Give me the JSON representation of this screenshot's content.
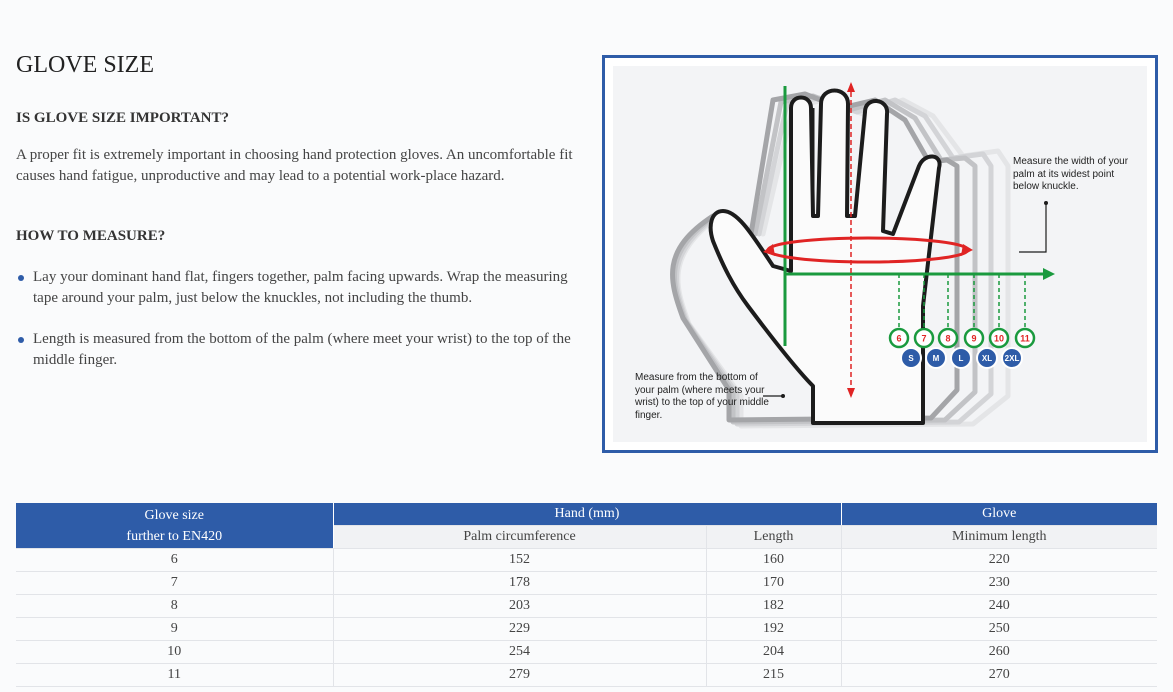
{
  "page": {
    "title": "GLOVE SIZE",
    "section1_heading": "IS GLOVE SIZE IMPORTANT?",
    "section1_text": "A proper fit is extremely important in choosing hand protection gloves. An uncomfortable fit causes hand fatigue, unproductive and may lead to a potential work-place hazard.",
    "section2_heading": "HOW TO MEASURE?",
    "bullets": [
      "Lay your dominant hand flat, fingers together, palm facing upwards. Wrap the measuring tape around your palm, just below the knuckles, not including the thumb.",
      "Length is measured from the bottom of the palm (where meet your wrist) to the top of the middle finger."
    ]
  },
  "diagram": {
    "note_width": "Measure the width of your palm at its widest point below knuckle.",
    "note_length": "Measure from the bottom of your palm (where meets your wrist) to the top of your middle finger.",
    "numbers": [
      "6",
      "7",
      "8",
      "9",
      "10",
      "11"
    ],
    "letters": [
      "S",
      "M",
      "L",
      "XL",
      "2XL"
    ],
    "colors": {
      "frame": "#2e5ca8",
      "green": "#1a9a3e",
      "red": "#e02424",
      "badge": "#2e5ca8"
    }
  },
  "table": {
    "head1": {
      "col1_line1": "Glove size",
      "col1_line2": "further to EN420",
      "hand": "Hand (mm)",
      "glove": "Glove"
    },
    "head2": {
      "palm": "Palm circumference",
      "length": "Length",
      "min_length": "Minimum length"
    },
    "rows": [
      [
        "6",
        "152",
        "160",
        "220"
      ],
      [
        "7",
        "178",
        "170",
        "230"
      ],
      [
        "8",
        "203",
        "182",
        "240"
      ],
      [
        "9",
        "229",
        "192",
        "250"
      ],
      [
        "10",
        "254",
        "204",
        "260"
      ],
      [
        "11",
        "279",
        "215",
        "270"
      ]
    ]
  }
}
